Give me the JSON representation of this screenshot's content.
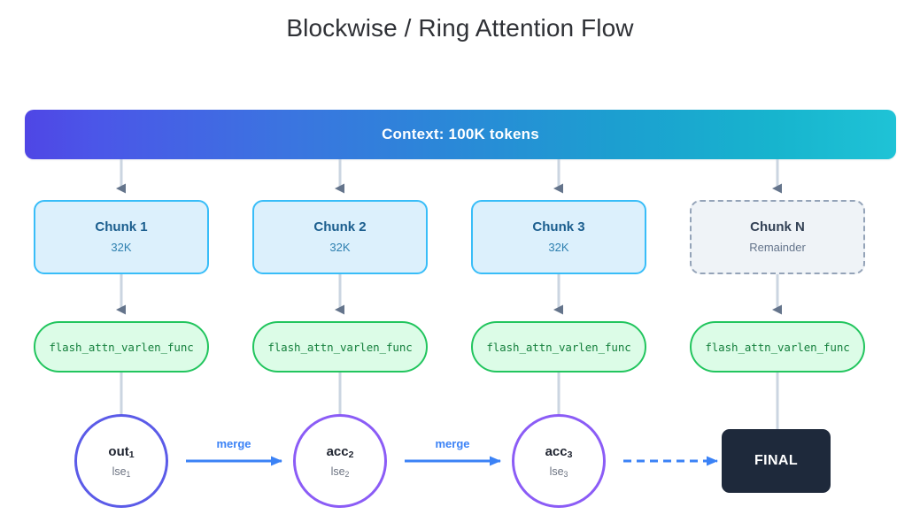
{
  "diagram": {
    "title": "Blockwise / Ring Attention Flow",
    "context_bar": {
      "label": "Context: 100K tokens",
      "gradient_from": "#4F46E5",
      "gradient_to": "#1FC3D6"
    },
    "chunks": [
      {
        "title": "Chunk 1",
        "subtitle": "32K",
        "style": "solid"
      },
      {
        "title": "Chunk 2",
        "subtitle": "32K",
        "style": "solid"
      },
      {
        "title": "Chunk 3",
        "subtitle": "32K",
        "style": "solid"
      },
      {
        "title": "Chunk N",
        "subtitle": "Remainder",
        "style": "dashed"
      }
    ],
    "kernels": [
      {
        "label": "flash_attn_varlen_func"
      },
      {
        "label": "flash_attn_varlen_func"
      },
      {
        "label": "flash_attn_varlen_func"
      },
      {
        "label": "flash_attn_varlen_func"
      }
    ],
    "accumulators": [
      {
        "main": "out",
        "main_sub": "1",
        "lse": "lse",
        "lse_sub": "1",
        "color": "#5B5BE8"
      },
      {
        "main": "acc",
        "main_sub": "2",
        "lse": "lse",
        "lse_sub": "2",
        "color": "#8B5CF6"
      },
      {
        "main": "acc",
        "main_sub": "3",
        "lse": "lse",
        "lse_sub": "3",
        "color": "#8B5CF6"
      }
    ],
    "merge_labels": [
      {
        "text": "merge"
      },
      {
        "text": "merge"
      }
    ],
    "final": {
      "label": "FINAL",
      "color": "#1E293B"
    },
    "colors": {
      "chunk_border": "#38BDF8",
      "chunk_fill": "#DCF0FC",
      "kernel_border": "#22C55E",
      "kernel_fill": "#DCFCE7",
      "connector": "#CBD5E1",
      "arrowhead": "#64748B",
      "merge_arrow": "#3B82F6"
    }
  }
}
